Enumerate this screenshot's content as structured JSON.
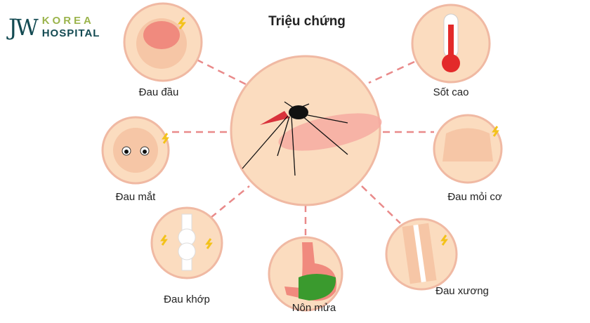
{
  "logo": {
    "mark": "JW",
    "line1": "KOREA",
    "line2": "HOSPITAL"
  },
  "title": "Triệu chứng",
  "symptoms": [
    {
      "label": "Đau đầu",
      "icon": "head-pain-icon"
    },
    {
      "label": "Sốt cao",
      "icon": "thermometer-icon"
    },
    {
      "label": "Đau mắt",
      "icon": "eye-pain-icon"
    },
    {
      "label": "Đau mỏi cơ",
      "icon": "muscle-pain-icon"
    },
    {
      "label": "Đau khớp",
      "icon": "joint-pain-icon"
    },
    {
      "label": "Nôn mửa",
      "icon": "stomach-icon"
    },
    {
      "label": "Đau xương",
      "icon": "bone-pain-icon"
    }
  ],
  "center_icon": "mosquito-icon",
  "colors": {
    "circle_fill": "#fbe0c4",
    "circle_stroke": "#f2b9a4",
    "dash": "#e98a8a",
    "logo_green": "#9bb44c",
    "logo_teal": "#134a52"
  }
}
